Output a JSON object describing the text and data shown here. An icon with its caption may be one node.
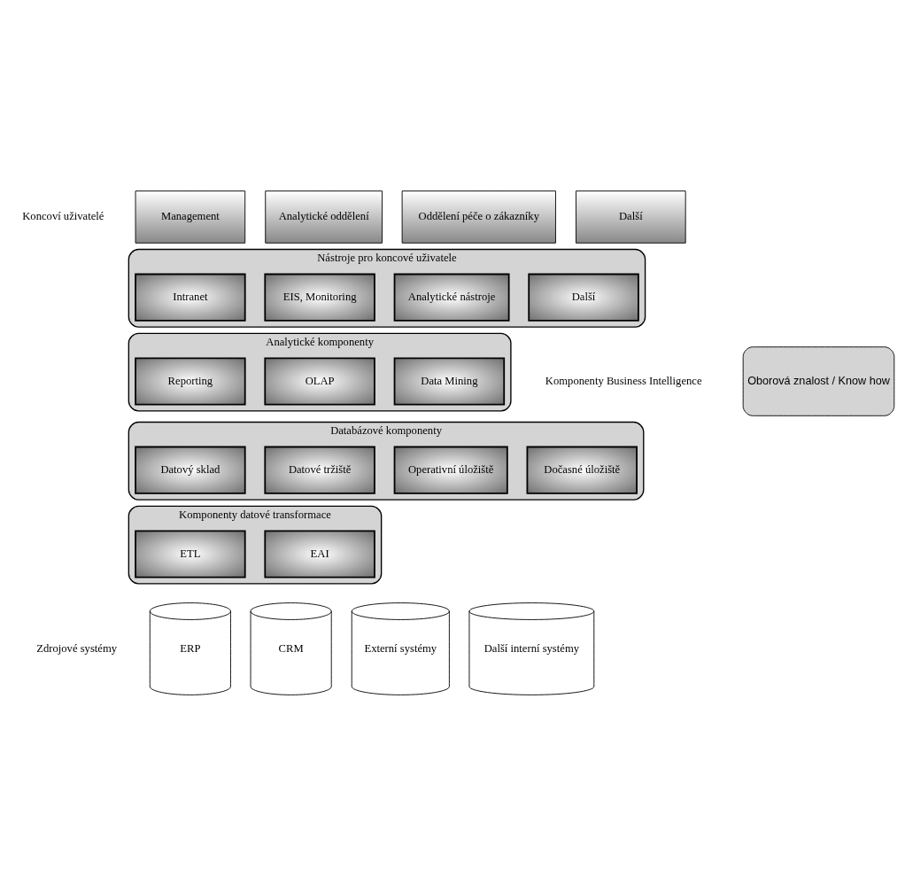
{
  "diagram": {
    "nodes": [
      {
        "text": [
          "Management"
        ]
      },
      {
        "text": [
          "Analytické oddělení"
        ]
      },
      {
        "text": [
          "Oddělení péče o zákazníky"
        ]
      },
      {
        "text": [
          "Další"
        ]
      },
      {
        "text": [
          "Oborová znalost / Know how"
        ]
      },
      {
        "text": [
          "Nástroje pro koncové uživatele"
        ]
      },
      {
        "text": [
          "Intranet"
        ],
        "in": 5
      },
      {
        "text": [
          "EIS, Monitoring"
        ],
        "in": 5
      },
      {
        "text": [
          "Analytické nástroje"
        ],
        "in": 5
      },
      {
        "text": [
          "Další"
        ],
        "in": 5
      },
      {
        "text": [
          "Analytické komponenty"
        ]
      },
      {
        "text": [
          "Reporting"
        ],
        "in": 10
      },
      {
        "text": [
          "OLAP"
        ],
        "in": 10
      },
      {
        "text": [
          "Data Mining"
        ],
        "in": 10
      },
      {
        "text": [
          "Databázové komponenty"
        ]
      },
      {
        "text": [
          "Datový sklad"
        ],
        "in": 14
      },
      {
        "text": [
          "Datové tržiště"
        ],
        "in": 14
      },
      {
        "text": [
          "Operativní úložiště"
        ],
        "in": 14
      },
      {
        "text": [
          "Dočasné úložiště"
        ],
        "in": 14
      },
      {
        "text": [
          "Komponenty datové transformace"
        ]
      },
      {
        "text": [
          "ETL"
        ],
        "in": 19
      },
      {
        "text": [
          "EAI"
        ],
        "in": 19
      },
      {
        "text": [
          "ERP"
        ]
      },
      {
        "text": [
          "CRM"
        ]
      },
      {
        "text": [
          "Externí systémy"
        ]
      },
      {
        "text": [
          "Další interní systémy"
        ]
      }
    ],
    "edges": [],
    "labels": [
      "Koncoví uživatelé",
      "Komponenty Business Intelligence",
      "Zdrojové systémy"
    ]
  }
}
